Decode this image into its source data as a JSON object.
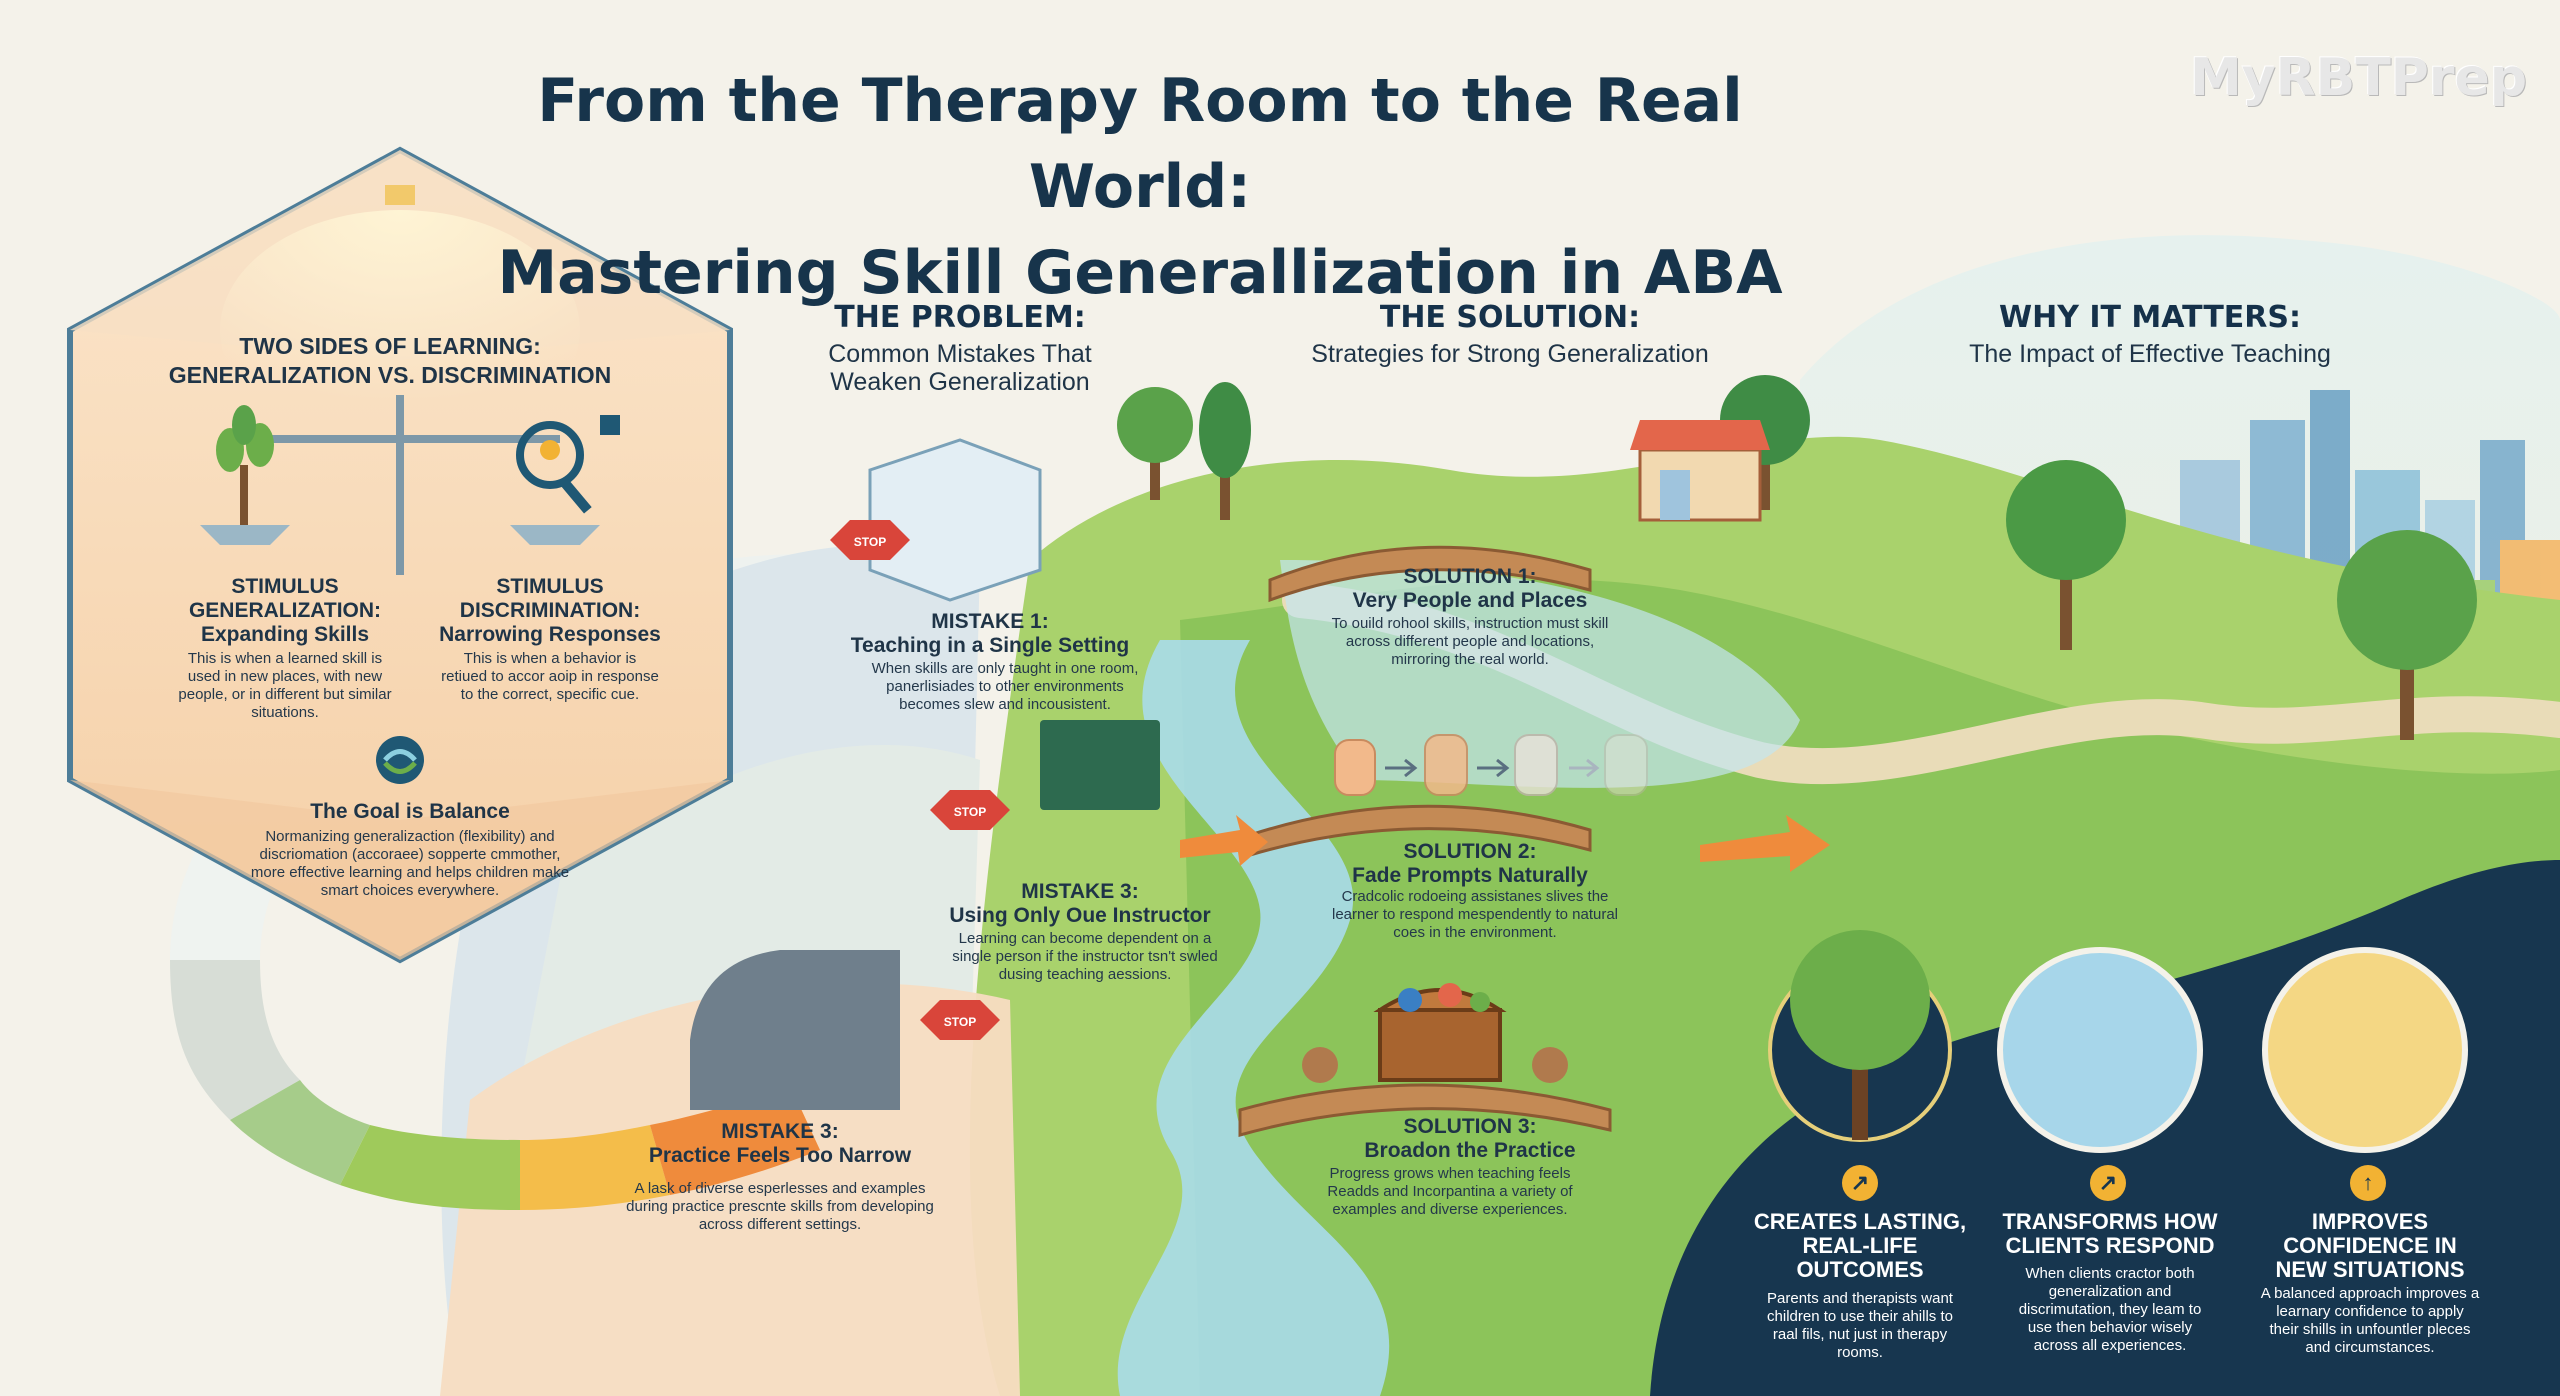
{
  "header": {
    "title_line1": "From the Therapy Room to the Real World:",
    "title_line2": "Mastering Skill Generallization in ABA",
    "brand": "MyRBTPrep"
  },
  "learning": {
    "title_line1": "TWO SIDES OF LEARNING:",
    "title_line2": "GENERALIZATION VS. DISCRIMINATION",
    "generalization": {
      "head_line1": "STIMULUS",
      "head_line2": "GENERALIZATION:",
      "head_line3": "Expanding Skills",
      "text": "This is when a learned skill is used in new places, with new people, or in different but similar situations."
    },
    "discrimination": {
      "head_line1": "STIMULUS",
      "head_line2": "DISCRIMINATION:",
      "head_line3": "Narrowing Responses",
      "text": "This is when a behavior is retiued to accor aoip in response to the correct, specific cue."
    },
    "goal": {
      "head": "The Goal is Balance",
      "text": "Normanizing generalizaction (flexibility) and discriomation (accoraee) sopperte cmmother, more effective learning and helps children make smart choices everywhere."
    }
  },
  "problem": {
    "title": "THE PROBLEM:",
    "subtitle_line1": "Common Mistakes That",
    "subtitle_line2": "Weaken Generalization",
    "mistakes": [
      {
        "head_line1": "MISTAKE 1:",
        "head_line2": "Teaching in a Single Setting",
        "text": "When skills are only taught in one room, panerlisiades to other environments becomes slew and incousistent.",
        "sign": "STOP"
      },
      {
        "head_line1": "MISTAKE 3:",
        "head_line2": "Using Only Oue Instructor",
        "text": "Learning can become dependent on a single person if the instructor tsn't swled dusing teaching aessions.",
        "sign": "STOP"
      },
      {
        "head_line1": "MISTAKE 3:",
        "head_line2": "Practice Feels Too Narrow",
        "text": "A lask of diverse esperlesses and examples during practice prescnte skills from developing across different settings.",
        "sign": "STOP"
      }
    ]
  },
  "solution": {
    "title": "THE SOLUTION:",
    "subtitle": "Strategies for Strong Generalization",
    "items": [
      {
        "head_line1": "SOLUTION 1:",
        "head_line2": "Very People and Places",
        "text": "To ouild rohool skills, instruction must skill across different people and locations, mirroring the real world."
      },
      {
        "head_line1": "SOLUTION 2:",
        "head_line2": "Fade Prompts Naturally",
        "text": "Cradcolic rodoeing assistanes slives the learner to respond mespendently to natural coes in the environment."
      },
      {
        "head_line1": "SOLUTION 3:",
        "head_line2": "Broadon the Practice",
        "text": "Progress grows when teaching feels Readds and Incorpantina a variety of examples and diverse experiences."
      }
    ]
  },
  "why": {
    "title": "WHY IT MATTERS:",
    "subtitle": "The Impact of Effective Teaching",
    "items": [
      {
        "head_line1": "CREATES LASTING,",
        "head_line2": "REAL-LIFE",
        "head_line3": "OUTCOMES",
        "text": "Parents and therapists want children to use their ahills to raal fils, nut just in therapy rooms.",
        "icon": "arrow-up-right-icon"
      },
      {
        "head_line1": "TRANSFORMS HOW",
        "head_line2": "CLIENTS RESPOND",
        "head_line3": "",
        "text": "When clients cractor both generalization and discrimutation, they leam to use then behavior wisely across all experiences.",
        "icon": "arrow-up-right-icon"
      },
      {
        "head_line1": "IMPROVES",
        "head_line2": "CONFIDENCE IN",
        "head_line3": "NEW SITUATIONS",
        "text": "A balanced approach improves a learnary confidence to apply their shills in unfountler pleces and circumstances.",
        "icon": "arrow-up-icon"
      }
    ]
  },
  "colors": {
    "title": "#17344b",
    "hexagon_fill": "#f6d7b4",
    "grass": "#8cc45a",
    "river": "#a9dcea",
    "why_panel": "#17364f",
    "badge": "#f2b233",
    "arrow": "#ef8b3c"
  }
}
